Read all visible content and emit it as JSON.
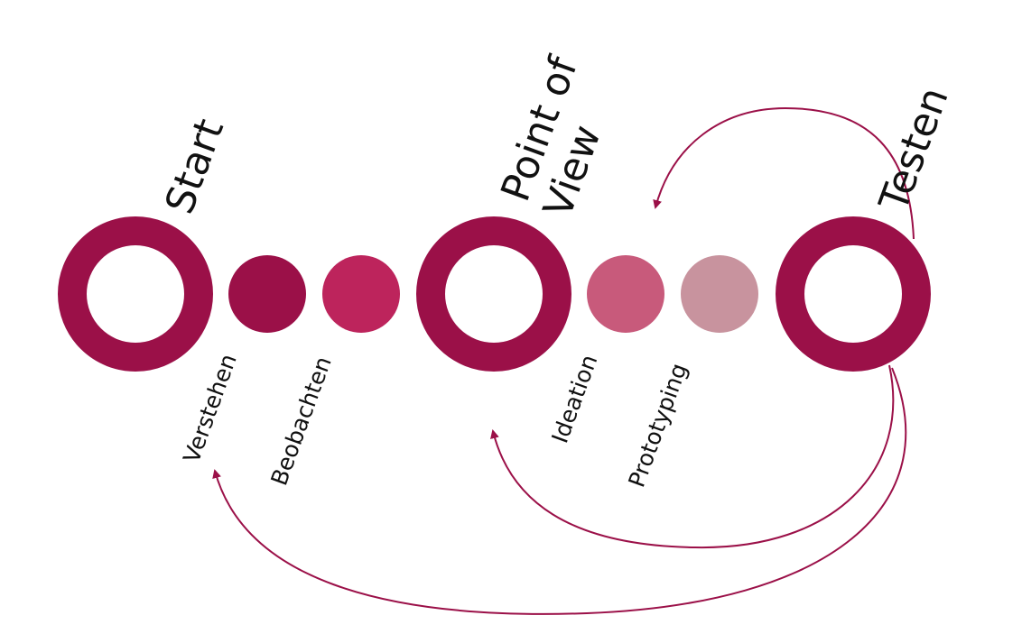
{
  "colors": {
    "primary": "#9b1048",
    "beobachten": "#bd245c",
    "ideation": "#c85a7b",
    "prototyping": "#c8939e",
    "text": "#111111"
  },
  "milestones": {
    "start": "Start",
    "pov_line1": "Point of",
    "pov_line2": "View",
    "testen": "Testen"
  },
  "phases": {
    "verstehen": "Verstehen",
    "beobachten": "Beobachten",
    "ideation": "Ideation",
    "prototyping": "Prototyping"
  }
}
